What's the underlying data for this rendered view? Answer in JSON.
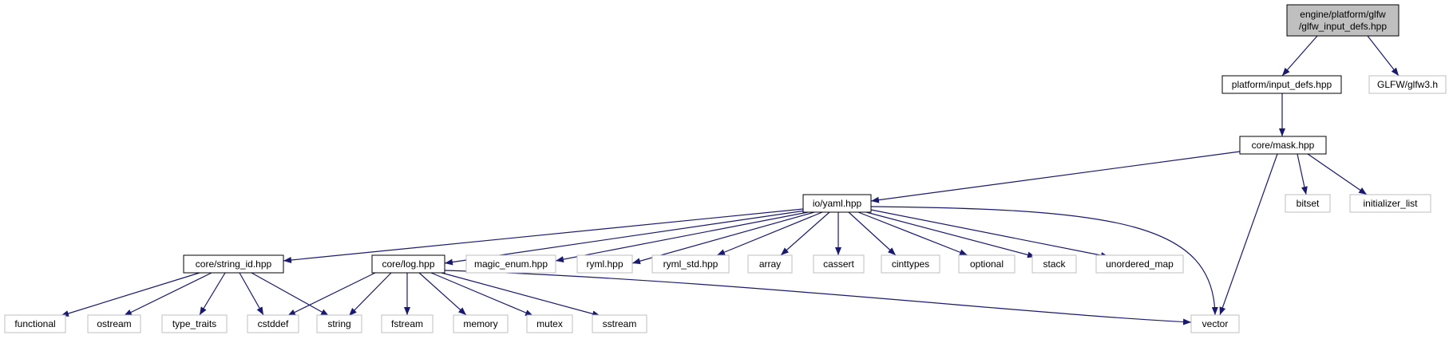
{
  "colors": {
    "edge": "#191970",
    "root_fill": "#bfbfbf",
    "root_border": "#000000",
    "project_border": "#000000",
    "external_border": "#bfbfbf",
    "background": "#ffffff"
  },
  "nodes": {
    "root": {
      "lines": [
        "engine/platform/glfw",
        "/glfw_input_defs.hpp"
      ],
      "kind": "root"
    },
    "platform_input_defs": {
      "lines": [
        "platform/input_defs.hpp"
      ],
      "kind": "project"
    },
    "glfw3": {
      "lines": [
        "GLFW/glfw3.h"
      ],
      "kind": "external"
    },
    "core_mask": {
      "lines": [
        "core/mask.hpp"
      ],
      "kind": "project"
    },
    "io_yaml": {
      "lines": [
        "io/yaml.hpp"
      ],
      "kind": "project"
    },
    "bitset": {
      "lines": [
        "bitset"
      ],
      "kind": "external"
    },
    "initializer_list": {
      "lines": [
        "initializer_list"
      ],
      "kind": "external"
    },
    "core_string_id": {
      "lines": [
        "core/string_id.hpp"
      ],
      "kind": "project"
    },
    "core_log": {
      "lines": [
        "core/log.hpp"
      ],
      "kind": "project"
    },
    "magic_enum": {
      "lines": [
        "magic_enum.hpp"
      ],
      "kind": "external"
    },
    "ryml": {
      "lines": [
        "ryml.hpp"
      ],
      "kind": "external"
    },
    "ryml_std": {
      "lines": [
        "ryml_std.hpp"
      ],
      "kind": "external"
    },
    "array": {
      "lines": [
        "array"
      ],
      "kind": "external"
    },
    "cassert": {
      "lines": [
        "cassert"
      ],
      "kind": "external"
    },
    "cinttypes": {
      "lines": [
        "cinttypes"
      ],
      "kind": "external"
    },
    "optional": {
      "lines": [
        "optional"
      ],
      "kind": "external"
    },
    "stack": {
      "lines": [
        "stack"
      ],
      "kind": "external"
    },
    "unordered_map": {
      "lines": [
        "unordered_map"
      ],
      "kind": "external"
    },
    "functional": {
      "lines": [
        "functional"
      ],
      "kind": "external"
    },
    "ostream": {
      "lines": [
        "ostream"
      ],
      "kind": "external"
    },
    "type_traits": {
      "lines": [
        "type_traits"
      ],
      "kind": "external"
    },
    "cstddef": {
      "lines": [
        "cstddef"
      ],
      "kind": "external"
    },
    "string": {
      "lines": [
        "string"
      ],
      "kind": "external"
    },
    "fstream": {
      "lines": [
        "fstream"
      ],
      "kind": "external"
    },
    "memory": {
      "lines": [
        "memory"
      ],
      "kind": "external"
    },
    "mutex": {
      "lines": [
        "mutex"
      ],
      "kind": "external"
    },
    "sstream": {
      "lines": [
        "sstream"
      ],
      "kind": "external"
    },
    "vector": {
      "lines": [
        "vector"
      ],
      "kind": "external"
    }
  },
  "edges": [
    [
      "root",
      "platform_input_defs"
    ],
    [
      "root",
      "glfw3"
    ],
    [
      "platform_input_defs",
      "core_mask"
    ],
    [
      "core_mask",
      "io_yaml"
    ],
    [
      "core_mask",
      "bitset"
    ],
    [
      "core_mask",
      "initializer_list"
    ],
    [
      "core_mask",
      "vector"
    ],
    [
      "io_yaml",
      "core_string_id"
    ],
    [
      "io_yaml",
      "core_log"
    ],
    [
      "io_yaml",
      "magic_enum"
    ],
    [
      "io_yaml",
      "ryml"
    ],
    [
      "io_yaml",
      "ryml_std"
    ],
    [
      "io_yaml",
      "array"
    ],
    [
      "io_yaml",
      "cassert"
    ],
    [
      "io_yaml",
      "cinttypes"
    ],
    [
      "io_yaml",
      "optional"
    ],
    [
      "io_yaml",
      "stack"
    ],
    [
      "io_yaml",
      "unordered_map"
    ],
    [
      "io_yaml",
      "vector"
    ],
    [
      "core_string_id",
      "functional"
    ],
    [
      "core_string_id",
      "ostream"
    ],
    [
      "core_string_id",
      "type_traits"
    ],
    [
      "core_string_id",
      "cstddef"
    ],
    [
      "core_string_id",
      "string"
    ],
    [
      "core_log",
      "cstddef"
    ],
    [
      "core_log",
      "string"
    ],
    [
      "core_log",
      "fstream"
    ],
    [
      "core_log",
      "memory"
    ],
    [
      "core_log",
      "mutex"
    ],
    [
      "core_log",
      "sstream"
    ],
    [
      "core_log",
      "vector"
    ]
  ]
}
